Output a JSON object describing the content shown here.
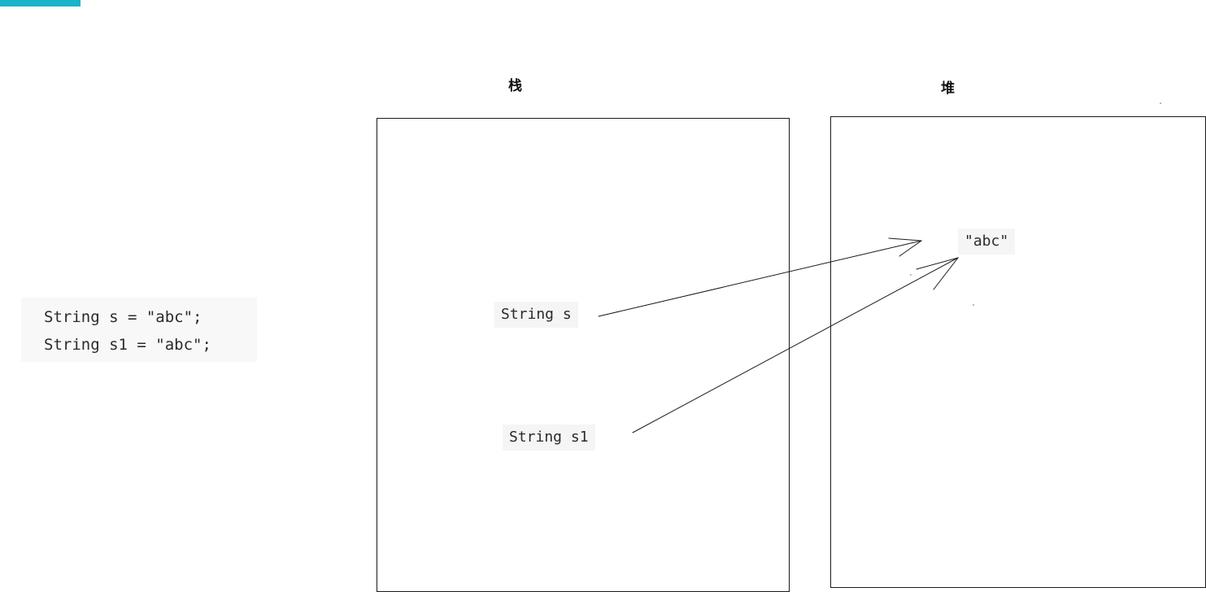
{
  "colors": {
    "accent": "#1bb3c7",
    "line": "#1a1a1a",
    "code_bg": "#f5f5f5"
  },
  "code": {
    "lines": [
      "String s = \"abc\";",
      "String s1 = \"abc\";"
    ]
  },
  "diagram": {
    "stack_title": "栈",
    "heap_title": "堆",
    "stack_items": [
      "String s",
      "String s1"
    ],
    "heap_items": [
      "\"abc\""
    ]
  }
}
